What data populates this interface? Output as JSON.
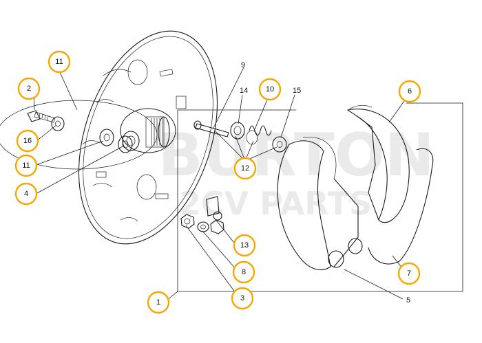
{
  "diagram": {
    "watermark": {
      "line1": "BURTON",
      "line2": "2CV PARTS"
    },
    "callouts": [
      {
        "id": "c1",
        "text": "1",
        "highlighted": true
      },
      {
        "id": "c2",
        "text": "2",
        "highlighted": true
      },
      {
        "id": "c3",
        "text": "3",
        "highlighted": true
      },
      {
        "id": "c4",
        "text": "4",
        "highlighted": true
      },
      {
        "id": "c5",
        "text": "5",
        "highlighted": false
      },
      {
        "id": "c6",
        "text": "6",
        "highlighted": true
      },
      {
        "id": "c7",
        "text": "7",
        "highlighted": true
      },
      {
        "id": "c8",
        "text": "8",
        "highlighted": true
      },
      {
        "id": "c9",
        "text": "9",
        "highlighted": false
      },
      {
        "id": "c10",
        "text": "10",
        "highlighted": true
      },
      {
        "id": "c11a",
        "text": "11",
        "highlighted": true
      },
      {
        "id": "c11b",
        "text": "11",
        "highlighted": true
      },
      {
        "id": "c12",
        "text": "12",
        "highlighted": true
      },
      {
        "id": "c13",
        "text": "13",
        "highlighted": true
      },
      {
        "id": "c14",
        "text": "14",
        "highlighted": false
      },
      {
        "id": "c15",
        "text": "15",
        "highlighted": false
      },
      {
        "id": "c16",
        "text": "16",
        "highlighted": true
      }
    ],
    "highlight_color": "#f5a800"
  }
}
